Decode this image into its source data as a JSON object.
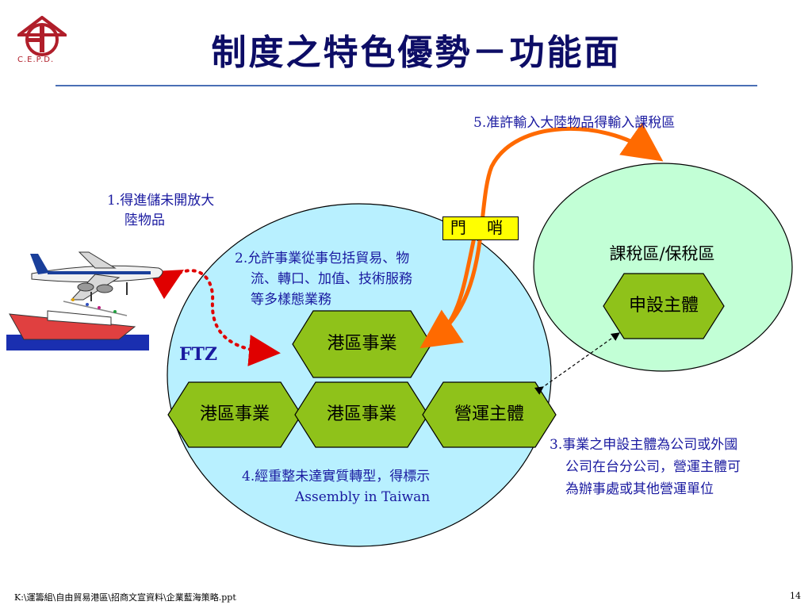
{
  "header": {
    "title": "制度之特色優勢－功能面",
    "logo_text": "C.E.P.D."
  },
  "labels": {
    "note1_line1": "1.得進儲未開放大",
    "note1_line2": "陸物品",
    "note2_line1": "2.允許事業從事包括貿易、物",
    "note2_line2": "流、轉口、加值、技術服務",
    "note2_line3": "等多樣態業務",
    "note3_line1": "3.事業之申設主體為公司或外國",
    "note3_line2": "公司在台分公司，營運主體可",
    "note3_line3": "為辦事處或其他營運單位",
    "note4_line1": "4.經重整未達實質轉型，得標示",
    "note4_line2": "Assembly in Taiwan",
    "note5": "5.准許輸入大陸物品得輸入課稅區",
    "ftz": "FTZ",
    "gate": "門 哨",
    "tax_zone": "課稅區/保稅區"
  },
  "nodes": {
    "port_business_top": "港區事業",
    "port_business_left": "港區事業",
    "port_business_mid": "港區事業",
    "operating_entity": "營運主體",
    "applying_entity": "申設主體"
  },
  "footer": {
    "path": "K:\\運籌組\\自由貿易港區\\招商文宣資料\\企業藍海策略.ppt",
    "page_number": "14"
  },
  "colors": {
    "title": "#0d0d66",
    "text_blue": "#1a1aa0",
    "ftz_circle": "#b8f0ff",
    "tax_circle": "#c2ffd6",
    "hexagon": "#8fc21a",
    "gate": "#ffff00",
    "arrow_orange": "#ff6a00",
    "dotted_red": "#e00000",
    "rule": "#4a6fb5"
  }
}
